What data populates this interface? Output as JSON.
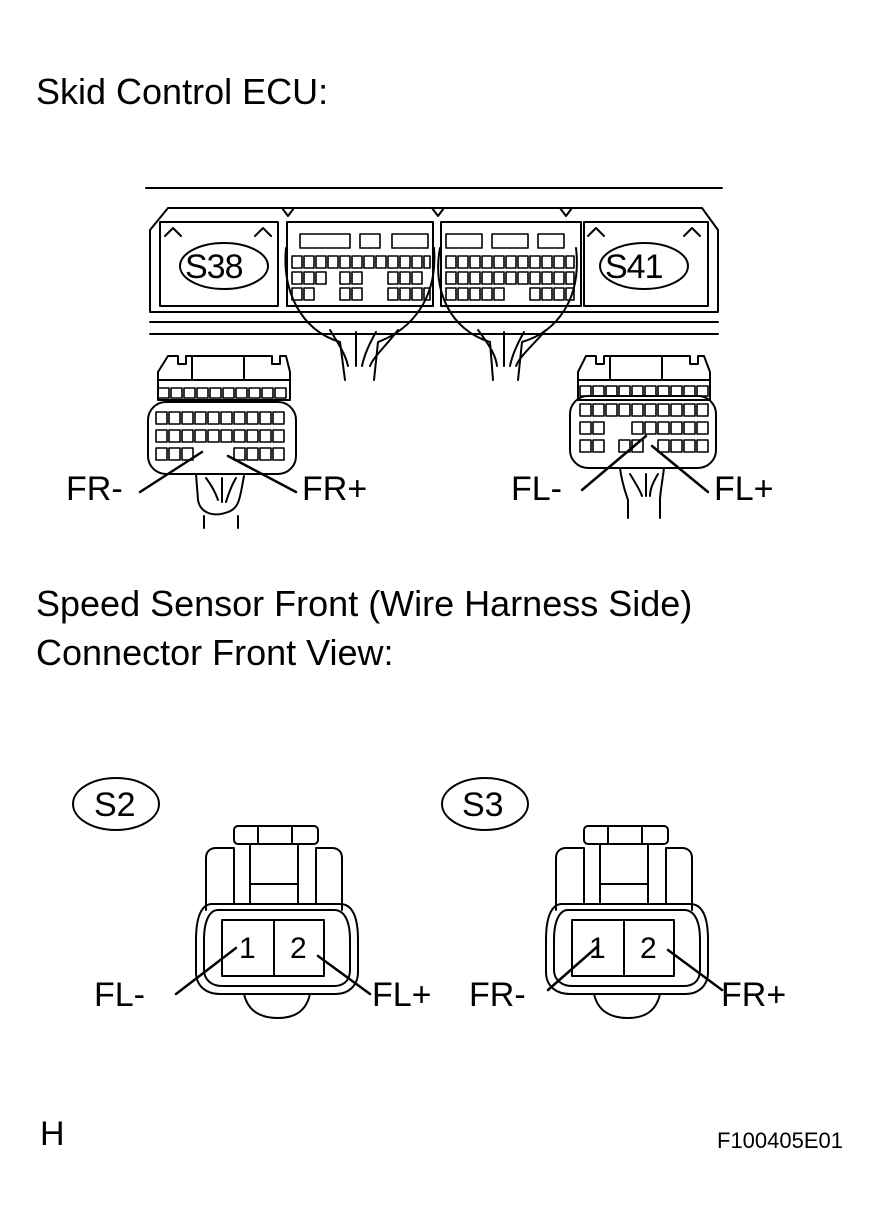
{
  "ecu_section": {
    "title": "Skid Control ECU:",
    "connector_left": "S38",
    "connector_right": "S41",
    "left_labels": {
      "minus": "FR-",
      "plus": "FR+"
    },
    "right_labels": {
      "minus": "FL-",
      "plus": "FL+"
    }
  },
  "sensor_section": {
    "title_line1": "Speed Sensor Front (Wire Harness Side)",
    "title_line2": "Connector Front View:",
    "connector_s2": {
      "id": "S2",
      "pin1": "1",
      "pin2": "2",
      "label_minus": "FL-",
      "label_plus": "FL+"
    },
    "connector_s3": {
      "id": "S3",
      "pin1": "1",
      "pin2": "2",
      "label_minus": "FR-",
      "label_plus": "FR+"
    }
  },
  "footer": {
    "left_code": "H",
    "figure_id": "F100405E01"
  }
}
